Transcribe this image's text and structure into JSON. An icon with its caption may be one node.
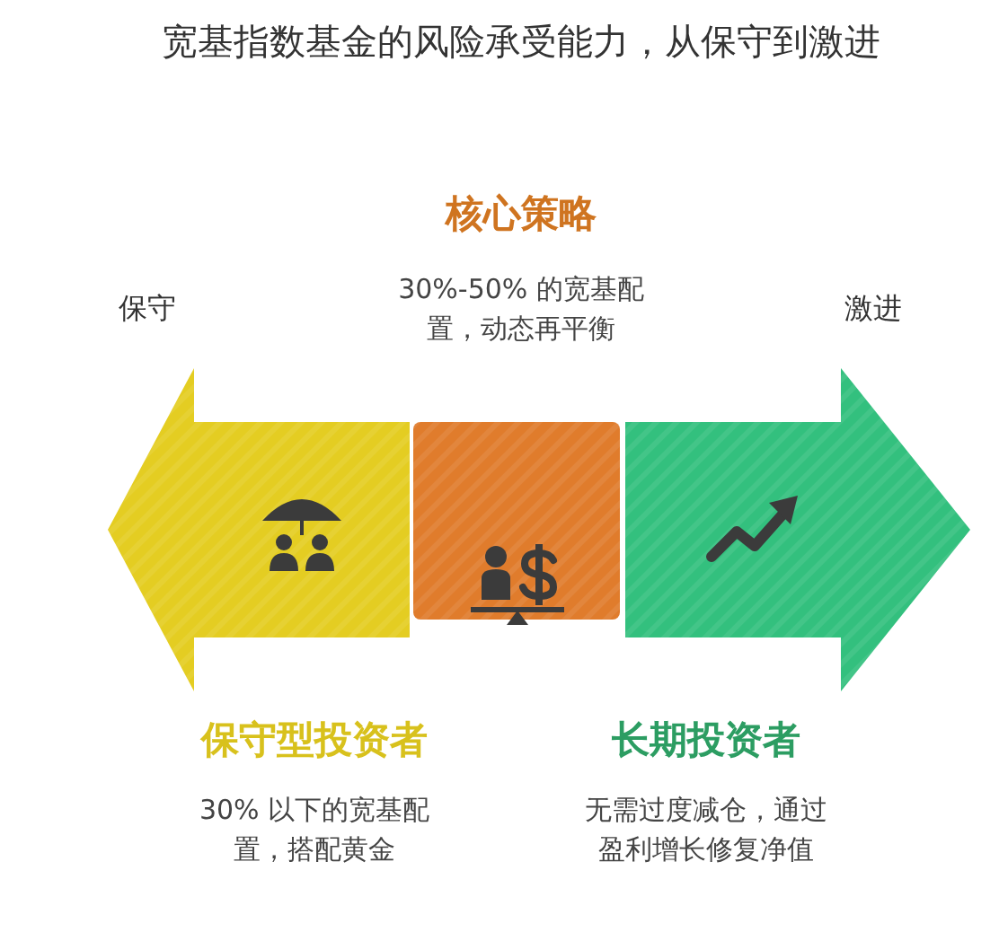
{
  "diagram": {
    "title": "宽基指数基金的风险承受能力，从保守到激进",
    "nodes": [
      {
        "text": [
          "保守型投资者",
          "30% 以下的宽基配置，搭配黄金"
        ]
      },
      {
        "text": [
          "核心策略",
          "30%-50% 的宽基配置，动态再平衡"
        ]
      },
      {
        "text": [
          "长期投资者",
          "无需过度减仓，通过盈利增长修复净值"
        ]
      }
    ],
    "labels": [
      "保守",
      "激进"
    ]
  }
}
